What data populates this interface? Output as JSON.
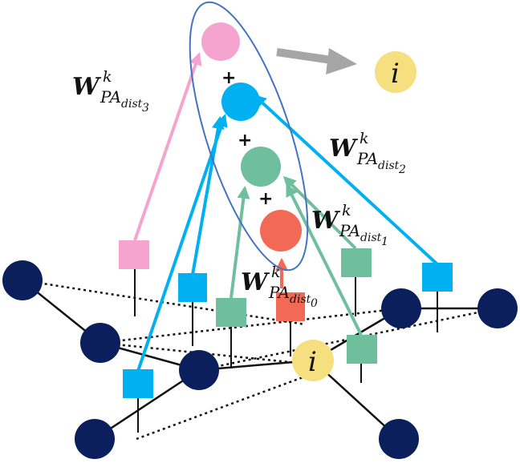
{
  "colors": {
    "graph_node": "#0b1f5c",
    "target_node": "#f6df7f",
    "pink": "#f4a4cf",
    "blue": "#00b0f0",
    "teal": "#6fbf9f",
    "red": "#f26a55",
    "arrow_gray": "#a6a6a6",
    "ellipse": "#4472c4"
  },
  "node_label": "i",
  "plus_sign": "+",
  "weights": [
    {
      "main": "W",
      "k": "k",
      "sub": "PA",
      "subsub": "dist",
      "index": "3"
    },
    {
      "main": "W",
      "k": "k",
      "sub": "PA",
      "subsub": "dist",
      "index": "2"
    },
    {
      "main": "W",
      "k": "k",
      "sub": "PA",
      "subsub": "dist",
      "index": "1"
    },
    {
      "main": "W",
      "k": "k",
      "sub": "PA",
      "subsub": "dist",
      "index": "0"
    }
  ]
}
